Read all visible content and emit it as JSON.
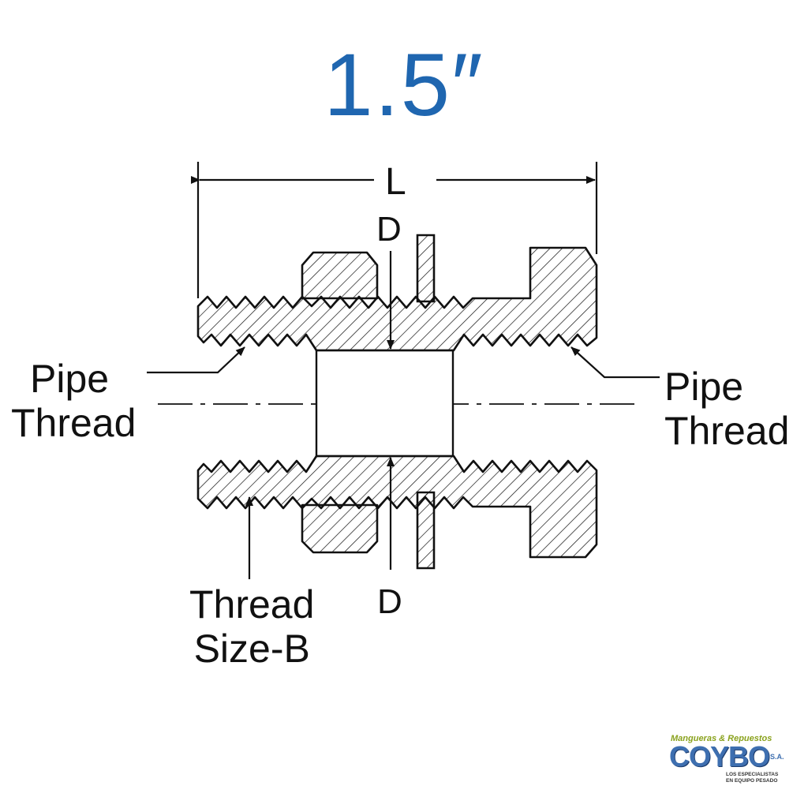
{
  "title": "1.5″",
  "dimensions": {
    "length_label": "L",
    "diameter_top": "D",
    "diameter_bottom": "D"
  },
  "labels": {
    "pipe_thread_left": [
      "Pipe",
      "Thread"
    ],
    "pipe_thread_right": [
      "Pipe",
      "Thread"
    ],
    "thread_size": [
      "Thread",
      "Size-B"
    ]
  },
  "logo": {
    "tagline": "Mangueras & Repuestos",
    "brand": "COYBO",
    "suffix": "S.A.",
    "slogan_line1": "LOS ESPECIALISTAS",
    "slogan_line2": "EN EQUIPO PESADO"
  },
  "colors": {
    "title": "#1f66b0",
    "line": "#111111",
    "logo_blue": "#3e6fb0",
    "logo_green": "#8aa21e"
  }
}
